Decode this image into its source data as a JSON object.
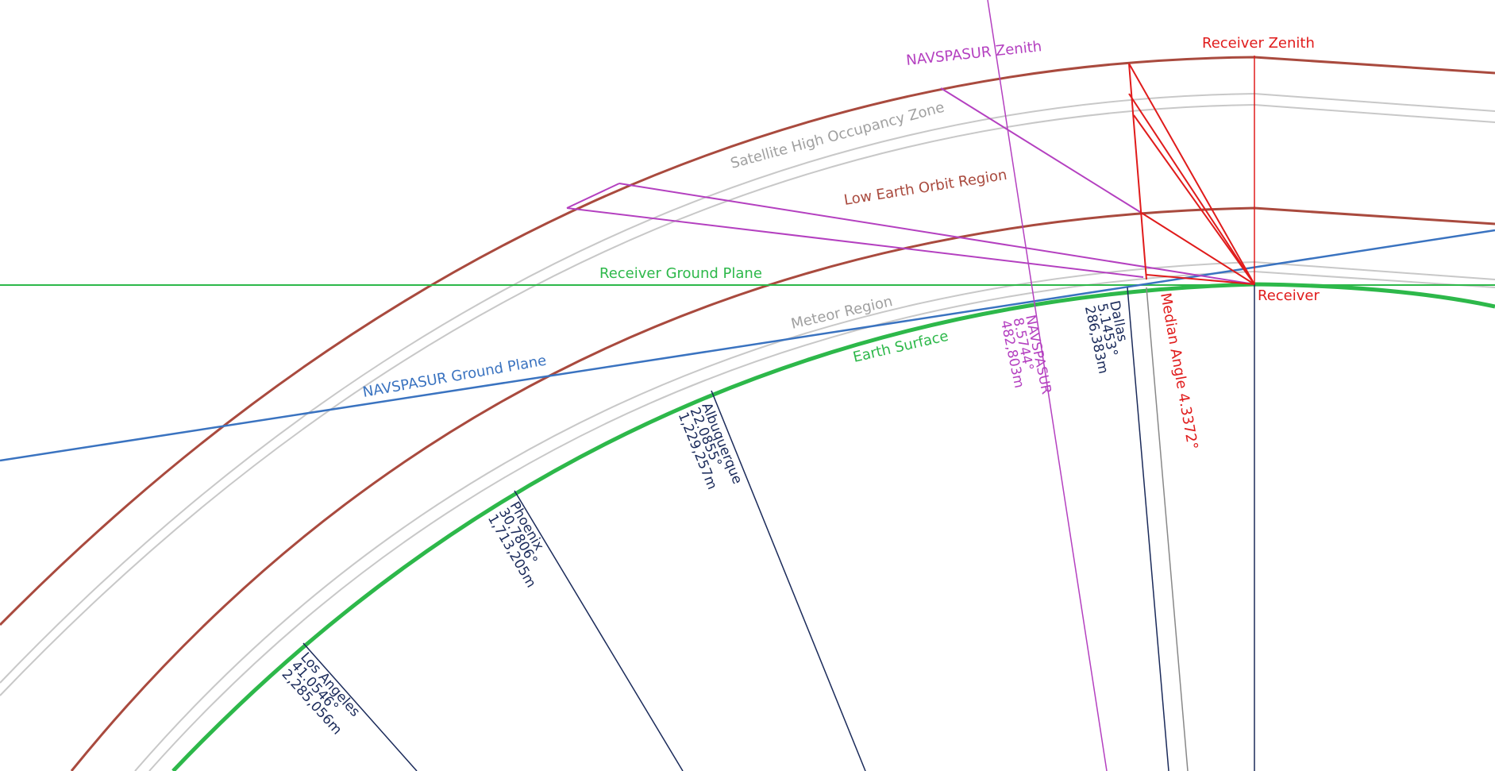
{
  "diagram": {
    "colors": {
      "earth": "#2db84a",
      "orbit": "#a94a3e",
      "zone": "#c8c8c8",
      "receiver": "#e01b1b",
      "navspasur": "#b440c0",
      "navspasur_plane": "#3a73c0",
      "ground_plane": "#2db84a",
      "city": "#1a2a5a"
    },
    "labels": {
      "receiver_zenith": "Receiver Zenith",
      "navspasur_zenith": "NAVSPASUR Zenith",
      "satellite_zone": "Satellite High Occupancy Zone",
      "leo_region": "Low Earth Orbit Region",
      "receiver_ground_plane": "Receiver Ground Plane",
      "meteor_region": "Meteor Region",
      "earth_surface": "Earth Surface",
      "navspasur_ground_plane": "NAVSPASUR Ground Plane",
      "receiver": "Receiver",
      "median_angle": "Median Angle 4.3372°"
    },
    "sites": [
      {
        "name": "NAVSPASUR",
        "angle": "8.5744°",
        "distance": "482,803m"
      },
      {
        "name": "Dallas",
        "angle": "5.1453°",
        "distance": "286,383m"
      },
      {
        "name": "Albuquerque",
        "angle": "22.0855°",
        "distance": "1,229,257m"
      },
      {
        "name": "Phoenix",
        "angle": "30.7806°",
        "distance": "1,713,205m"
      },
      {
        "name": "Los Angeles",
        "angle": "41.0546°",
        "distance": "2,285,056m"
      }
    ]
  }
}
